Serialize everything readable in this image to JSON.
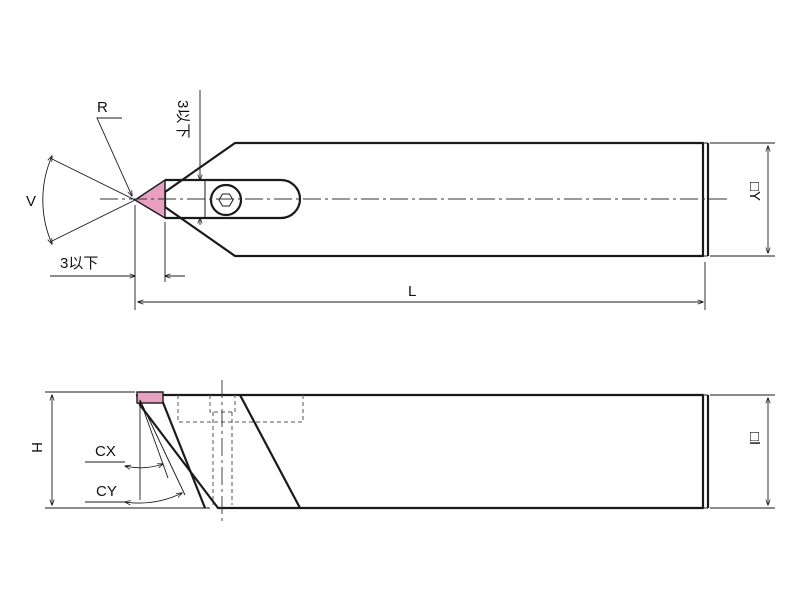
{
  "labels": {
    "R": "R",
    "V": "V",
    "limit_top": "3以下",
    "limit_bottom": "3以下",
    "L": "L",
    "Y": "□Y",
    "H": "H",
    "CX": "CX",
    "CY": "CY",
    "I": "□I"
  },
  "colors": {
    "tip_fill": "#e8a0c0",
    "line": "#1a1a1a"
  }
}
